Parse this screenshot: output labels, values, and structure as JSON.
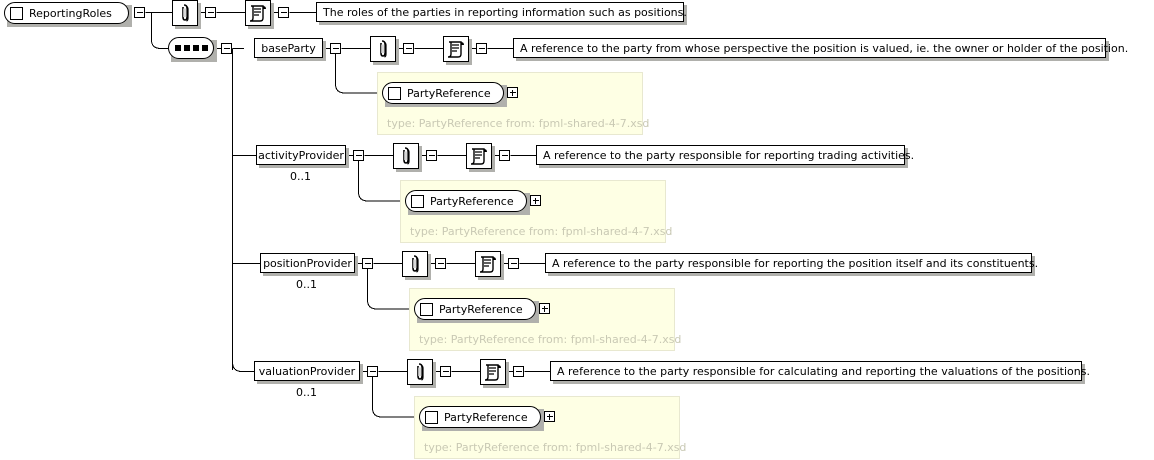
{
  "diagram": {
    "kind": "xsd-schema-diagram",
    "root": {
      "name": "ReportingRoles",
      "icon": "element-icon",
      "toggle": "collapse-toggle"
    },
    "root_annotation": {
      "annotation_icon": "annotation-icon",
      "documentation_icon": "documentation-icon",
      "documentation": "The roles of the parties in reporting information such as positions."
    },
    "compositor": {
      "type": "sequence",
      "icon": "sequence-icon",
      "dots": 4
    },
    "elements": [
      {
        "name": "baseParty",
        "cardinality": "",
        "annotation_icon": "annotation-icon",
        "documentation_icon": "documentation-icon",
        "documentation": "A reference to the party from whose perspective the position is valued, ie. the owner or holder of the position.",
        "reference": {
          "name": "PartyReference",
          "icon": "element-icon",
          "toggle": "expand-toggle",
          "type_label": "type: PartyReference from: fpml-shared-4-7.xsd"
        }
      },
      {
        "name": "activityProvider",
        "cardinality": "0..1",
        "annotation_icon": "annotation-icon",
        "documentation_icon": "documentation-icon",
        "documentation": "A reference to the party responsible for reporting trading activities.",
        "reference": {
          "name": "PartyReference",
          "icon": "element-icon",
          "toggle": "expand-toggle",
          "type_label": "type: PartyReference from: fpml-shared-4-7.xsd"
        }
      },
      {
        "name": "positionProvider",
        "cardinality": "0..1",
        "annotation_icon": "annotation-icon",
        "documentation_icon": "documentation-icon",
        "documentation": "A reference to the party responsible for reporting the position itself and its constituents.",
        "reference": {
          "name": "PartyReference",
          "icon": "element-icon",
          "toggle": "expand-toggle",
          "type_label": "type: PartyReference from: fpml-shared-4-7.xsd"
        }
      },
      {
        "name": "valuationProvider",
        "cardinality": "0..1",
        "annotation_icon": "annotation-icon",
        "documentation_icon": "documentation-icon",
        "documentation": "A reference to the party responsible for calculating and reporting the valuations of the positions.",
        "reference": {
          "name": "PartyReference",
          "icon": "element-icon",
          "toggle": "expand-toggle",
          "type_label": "type: PartyReference from: fpml-shared-4-7.xsd"
        }
      }
    ],
    "colors": {
      "background": "#ffffff",
      "line": "#000000",
      "shadow": "#b0b0ac",
      "panel_fill": "#feffe4",
      "panel_border": "#e8e8d0",
      "type_text": "#c9c9b4"
    }
  }
}
